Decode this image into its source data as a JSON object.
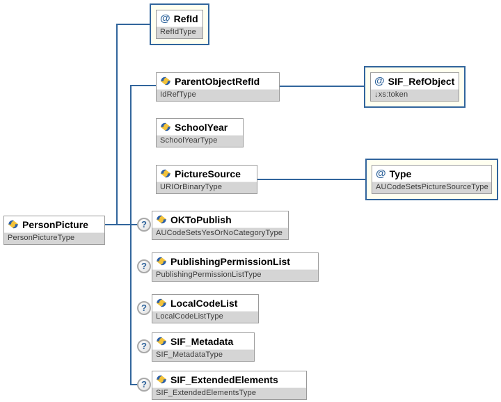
{
  "palette": {
    "connector_line": "#31659c",
    "attribute_box_background": "#fffff0",
    "attribute_box_border": "#31659c",
    "element_box_border": "#9a9a9a",
    "type_row_background": "#d5d5d5",
    "name_text": "#000000",
    "type_text": "#3b3b3b",
    "optional_marker_text": "#31659c",
    "element_icon_yellow": "#f2c23a",
    "element_icon_blue": "#2c5fa8"
  },
  "nodes": {
    "personPicture": {
      "name": "PersonPicture",
      "type": "PersonPictureType"
    },
    "refId": {
      "marker": "@",
      "name": "RefId",
      "type": "RefIdType"
    },
    "parentObjectRefId": {
      "name": "ParentObjectRefId",
      "type": "IdRefType"
    },
    "sifRefObject": {
      "marker": "@",
      "name": "SIF_RefObject",
      "type": "↓xs:token"
    },
    "schoolYear": {
      "name": "SchoolYear",
      "type": "SchoolYearType"
    },
    "pictureSource": {
      "name": "PictureSource",
      "type": "URIOrBinaryType"
    },
    "typeAttribute": {
      "marker": "@",
      "name": "Type",
      "type": "AUCodeSetsPictureSourceType"
    },
    "okToPublish": {
      "optional": "?",
      "name": "OKToPublish",
      "type": "AUCodeSetsYesOrNoCategoryType"
    },
    "publishingPermissionList": {
      "optional": "?",
      "name": "PublishingPermissionList",
      "type": "PublishingPermissionListType"
    },
    "localCodeList": {
      "optional": "?",
      "name": "LocalCodeList",
      "type": "LocalCodeListType"
    },
    "sifMetadata": {
      "optional": "?",
      "name": "SIF_Metadata",
      "type": "SIF_MetadataType"
    },
    "sifExtendedElements": {
      "optional": "?",
      "name": "SIF_ExtendedElements",
      "type": "SIF_ExtendedElementsType"
    }
  }
}
